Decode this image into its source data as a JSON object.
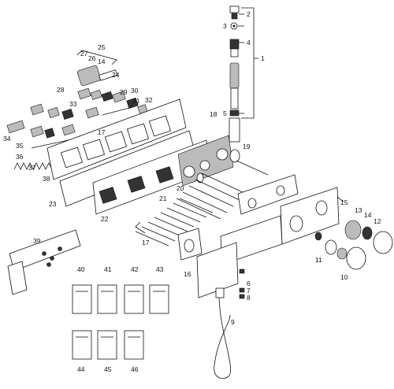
{
  "diagram": {
    "callouts": [
      {
        "id": "c1",
        "text": "1"
      },
      {
        "id": "c2",
        "text": "2"
      },
      {
        "id": "c3",
        "text": "3"
      },
      {
        "id": "c4",
        "text": "4"
      },
      {
        "id": "c5",
        "text": "5"
      },
      {
        "id": "c6",
        "text": "6"
      },
      {
        "id": "c7",
        "text": "7"
      },
      {
        "id": "c8",
        "text": "8"
      },
      {
        "id": "c9",
        "text": "9"
      },
      {
        "id": "c10",
        "text": "10"
      },
      {
        "id": "c11",
        "text": "11"
      },
      {
        "id": "c12",
        "text": "12"
      },
      {
        "id": "c13",
        "text": "13"
      },
      {
        "id": "c14",
        "text": "14"
      },
      {
        "id": "c14b",
        "text": "14"
      },
      {
        "id": "c15",
        "text": "15"
      },
      {
        "id": "c16",
        "text": "16"
      },
      {
        "id": "c17",
        "text": "17"
      },
      {
        "id": "c17b",
        "text": "17"
      },
      {
        "id": "c18",
        "text": "18"
      },
      {
        "id": "c19",
        "text": "19"
      },
      {
        "id": "c20",
        "text": "20"
      },
      {
        "id": "c21",
        "text": "21"
      },
      {
        "id": "c22",
        "text": "22"
      },
      {
        "id": "c23",
        "text": "23"
      },
      {
        "id": "c24",
        "text": "24"
      },
      {
        "id": "c25",
        "text": "25"
      },
      {
        "id": "c26",
        "text": "26"
      },
      {
        "id": "c27",
        "text": "27"
      },
      {
        "id": "c28",
        "text": "28"
      },
      {
        "id": "c29",
        "text": "29"
      },
      {
        "id": "c30",
        "text": "30"
      },
      {
        "id": "c31",
        "text": "31"
      },
      {
        "id": "c32",
        "text": "32"
      },
      {
        "id": "c33",
        "text": "33"
      },
      {
        "id": "c34",
        "text": "34"
      },
      {
        "id": "c35",
        "text": "35"
      },
      {
        "id": "c36",
        "text": "36"
      },
      {
        "id": "c37",
        "text": "37"
      },
      {
        "id": "c38",
        "text": "38"
      },
      {
        "id": "c39",
        "text": "39"
      },
      {
        "id": "c40",
        "text": "40"
      },
      {
        "id": "c41",
        "text": "41"
      },
      {
        "id": "c42",
        "text": "42"
      },
      {
        "id": "c43",
        "text": "43"
      },
      {
        "id": "c44",
        "text": "44"
      },
      {
        "id": "c45",
        "text": "45"
      },
      {
        "id": "c46",
        "text": "46"
      }
    ]
  }
}
